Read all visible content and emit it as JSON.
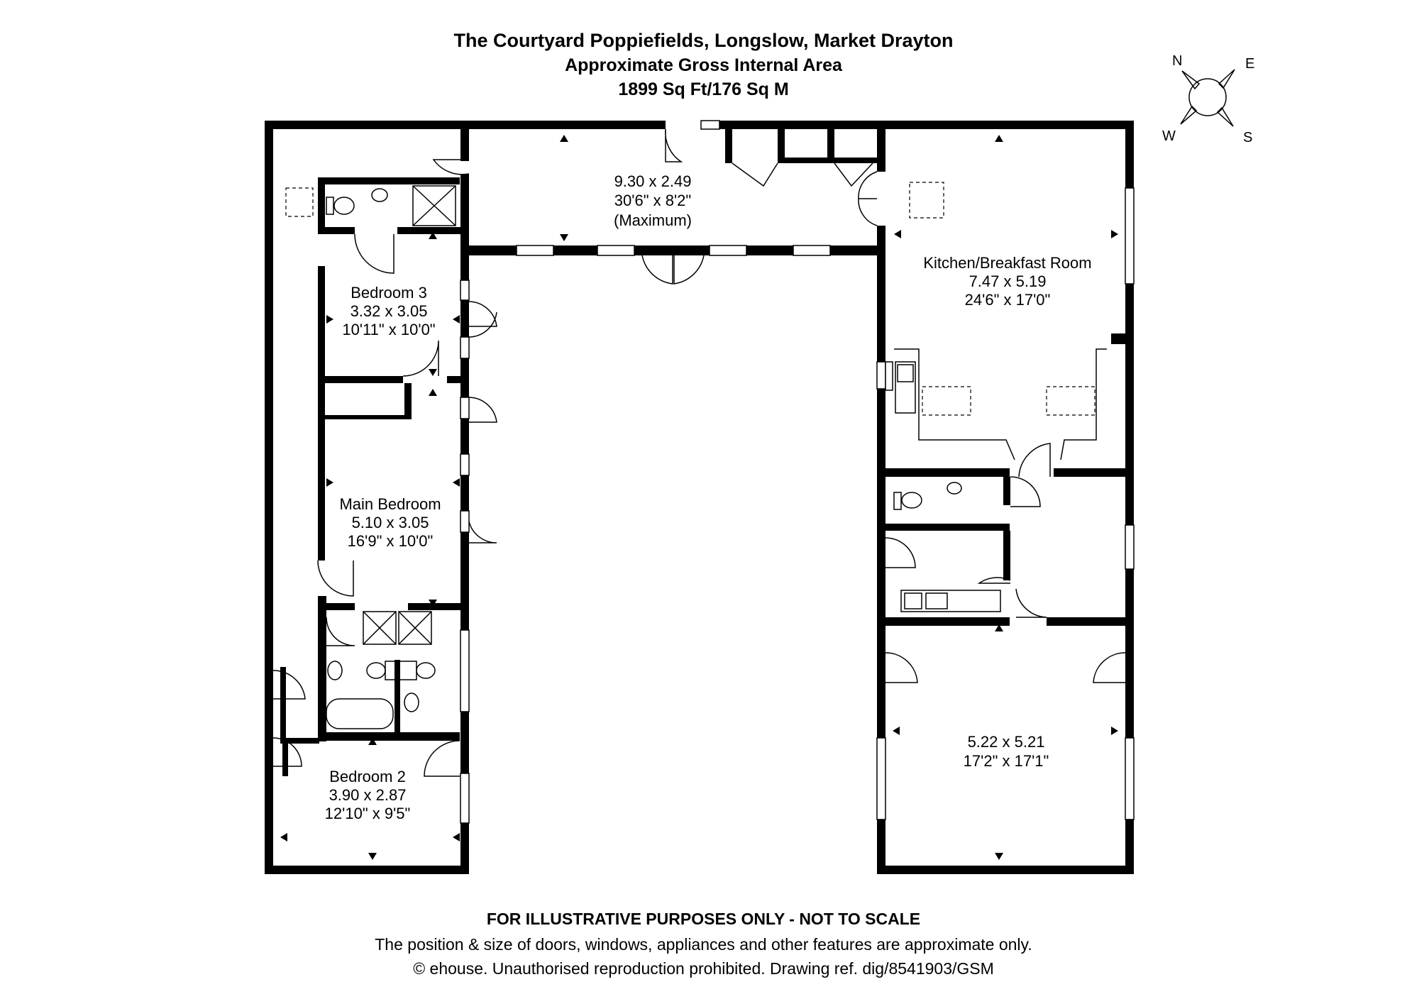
{
  "header": {
    "title": "The Courtyard Poppiefields, Longslow, Market Drayton",
    "subtitle": "Approximate Gross Internal Area",
    "area": "1899 Sq Ft/176 Sq M"
  },
  "compass": {
    "n": "N",
    "e": "E",
    "s": "S",
    "w": "W"
  },
  "rooms": {
    "hallway": {
      "line1": "9.30 x 2.49",
      "line2": "30'6\" x 8'2\"",
      "line3": "(Maximum)"
    },
    "kitchen": {
      "name": "Kitchen/Breakfast Room",
      "metric": "7.47 x 5.19",
      "imperial": "24'6\" x 17'0\""
    },
    "bedroom3": {
      "name": "Bedroom 3",
      "metric": "3.32 x 3.05",
      "imperial": "10'11\" x 10'0\""
    },
    "main_bedroom": {
      "name": "Main Bedroom",
      "metric": "5.10 x 3.05",
      "imperial": "16'9\" x 10'0\""
    },
    "bedroom2": {
      "name": "Bedroom 2",
      "metric": "3.90 x 2.87",
      "imperial": "12'10\" x 9'5\""
    },
    "garden_room": {
      "metric": "5.22 x 5.21",
      "imperial": "17'2\" x 17'1\""
    }
  },
  "footer": {
    "disclaimer": "FOR ILLUSTRATIVE PURPOSES ONLY - NOT TO SCALE",
    "note": "The position & size of doors, windows, appliances and other features are approximate only.",
    "copyright": "© ehouse. Unauthorised reproduction prohibited. Drawing ref. dig/8541903/GSM"
  }
}
